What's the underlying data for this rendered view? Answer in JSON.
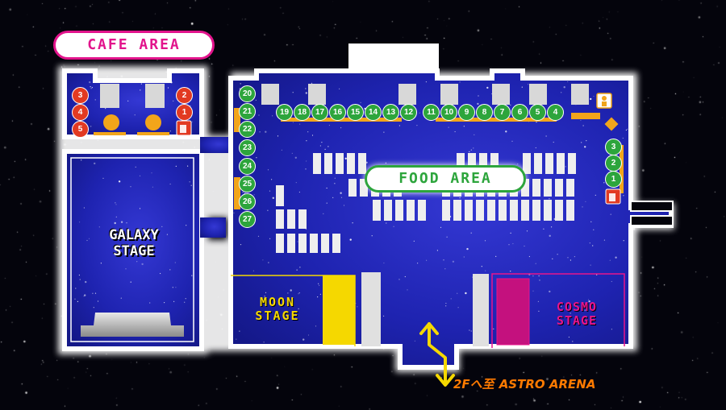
{
  "labels": {
    "cafe_area": "CAFE AREA",
    "food_area": "FOOD AREA",
    "galaxy_stage_line1": "GALAXY",
    "galaxy_stage_line2": "STAGE",
    "moon_stage_line1": "MOON",
    "moon_stage_line2": "STAGE",
    "cosmo_stage_line1": "COSMO",
    "cosmo_stage_line2": "STAGE",
    "floor_prefix": "2Fへ至",
    "floor_name": "ASTRO ARENA"
  },
  "cafe_booths": {
    "left_column": [
      "3",
      "4",
      "5"
    ],
    "right_column": [
      "2",
      "1"
    ],
    "beer_icon": "beer-mug-icon"
  },
  "food_booths": {
    "top_row": [
      "19",
      "18",
      "17",
      "16",
      "15",
      "14",
      "13",
      "12",
      "11",
      "10",
      "9",
      "8",
      "7",
      "6",
      "5",
      "4"
    ],
    "left_column": [
      "20",
      "21",
      "22",
      "23",
      "24",
      "25",
      "26",
      "27"
    ],
    "right_column": [
      "3",
      "2",
      "1"
    ],
    "icons": [
      "beer-mug-icon",
      "restroom-icon"
    ]
  },
  "colors": {
    "floor": "#1a1fa8",
    "glow": "#ffffff",
    "food_green": "#2da53c",
    "cafe_red": "#e23a22",
    "cafe_pink": "#e2148c",
    "moon_yellow": "#f5d800",
    "cosmo_magenta": "#e8158c",
    "escalator": "#f5d800",
    "orange": "#ff7a00"
  }
}
